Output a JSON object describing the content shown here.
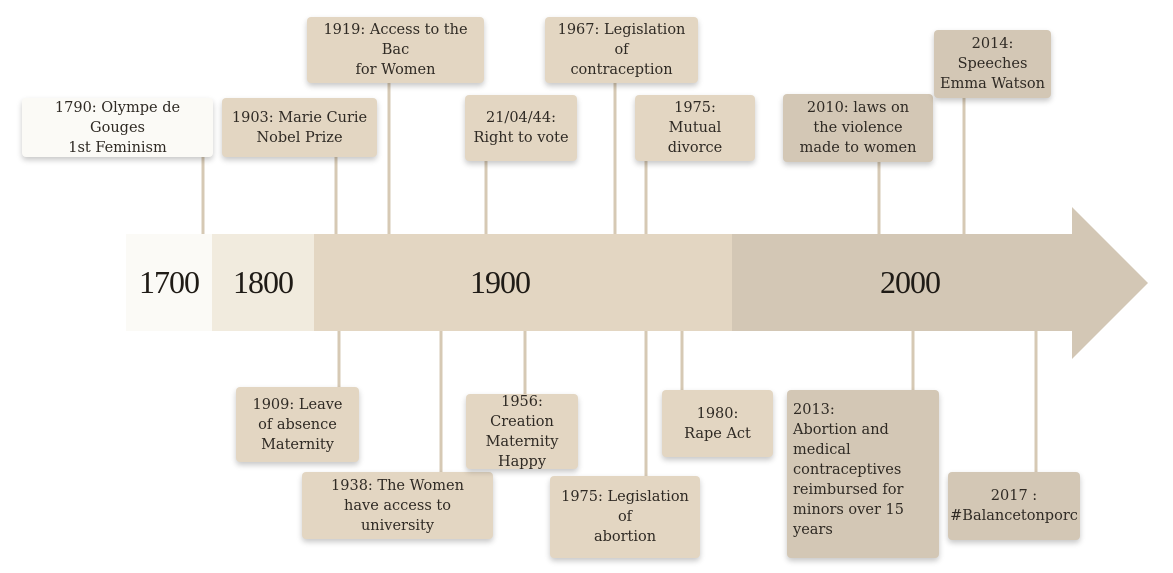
{
  "eras": [
    "1700",
    "1800",
    "1900",
    "2000"
  ],
  "events_top": [
    {
      "text": "1790: Olympe de Gouges\n1st Feminism"
    },
    {
      "text": "1903: Marie Curie\nNobel Prize"
    },
    {
      "text": "1919: Access to the Bac\nfor Women"
    },
    {
      "text": "21/04/44:\nRight to vote"
    },
    {
      "text": "1967: Legislation of\ncontraception"
    },
    {
      "text": "1975:\nMutual divorce"
    },
    {
      "text": "2010: laws on\nthe violence\nmade to women"
    },
    {
      "text": "2014: Speeches\nEmma Watson"
    }
  ],
  "events_bottom": [
    {
      "text": "1909: Leave\nof absence\nMaternity"
    },
    {
      "text": "1938: The Women\nhave access to university"
    },
    {
      "text": "1956: Creation\nMaternity\nHappy"
    },
    {
      "text": "1975: Legislation\nof\nabortion"
    },
    {
      "text": "1980:\nRape Act"
    },
    {
      "text": "2013:\nAbortion and\nmedical\ncontraceptives\nreimbursed for\nminors over 15\nyears"
    },
    {
      "text": "2017 :\n#Balancetonporc"
    }
  ],
  "colors": {
    "era_1700": "#fbfaf6",
    "era_1800": "#f1ebde",
    "era_1900": "#e3d6c2",
    "era_2000": "#d3c7b5",
    "box_light": "#fbfaf6",
    "box_mid": "#e3d6c2",
    "box_dark": "#d3c7b5",
    "connector": "#d6c9b4"
  }
}
